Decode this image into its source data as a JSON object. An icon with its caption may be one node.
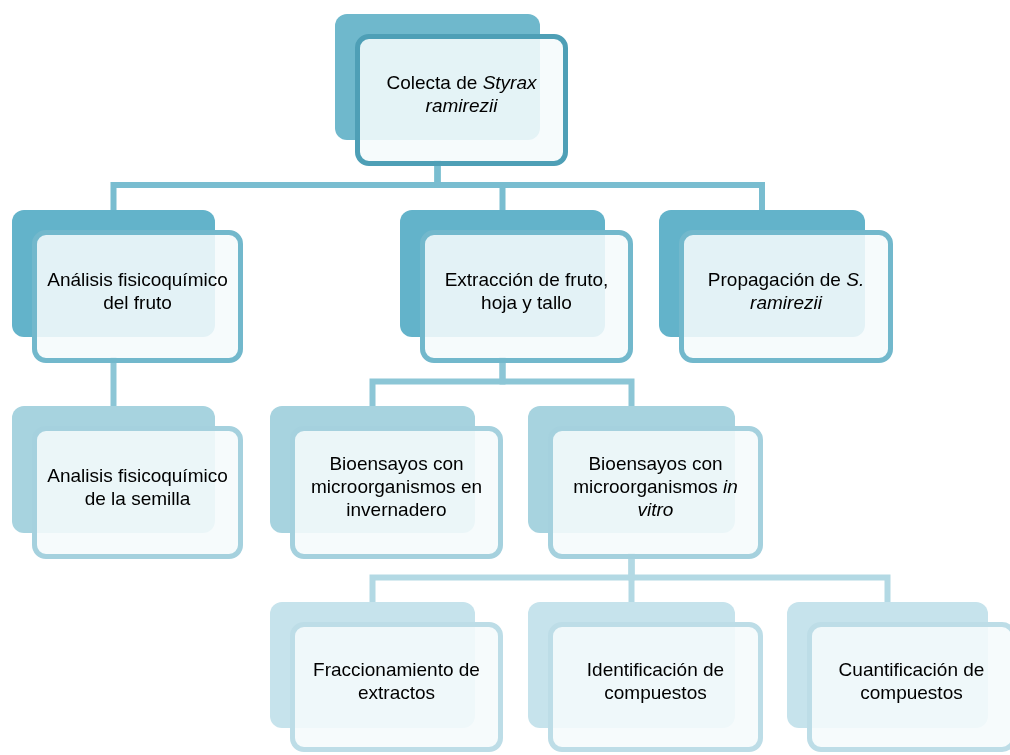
{
  "diagram": {
    "nodes": [
      {
        "text": [
          "Colecta de *Styrax ramirezii*"
        ]
      },
      {
        "text": [
          "Análisis fisicoquímico del fruto"
        ]
      },
      {
        "text": [
          "Extracción de fruto, hoja y tallo"
        ]
      },
      {
        "text": [
          "Propagación de *S. ramirezii*"
        ]
      },
      {
        "text": [
          "Analisis fisicoquímico de la semilla"
        ]
      },
      {
        "text": [
          "Bioensayos con microorganismos en invernadero"
        ]
      },
      {
        "text": [
          "Bioensayos con microorganismos *in vitro*"
        ]
      },
      {
        "text": [
          "Fraccionamiento de extractos"
        ]
      },
      {
        "text": [
          "Identificación de compuestos"
        ]
      },
      {
        "text": [
          "Cuantificación de compuestos"
        ]
      }
    ],
    "edges": [
      {
        "from": 0,
        "to": 1,
        "arrow": "none"
      },
      {
        "from": 0,
        "to": 2,
        "arrow": "none"
      },
      {
        "from": 0,
        "to": 3,
        "arrow": "none"
      },
      {
        "from": 1,
        "to": 4,
        "arrow": "none"
      },
      {
        "from": 2,
        "to": 5,
        "arrow": "none"
      },
      {
        "from": 2,
        "to": 6,
        "arrow": "none"
      },
      {
        "from": 6,
        "to": 7,
        "arrow": "none"
      },
      {
        "from": 6,
        "to": 8,
        "arrow": "none"
      },
      {
        "from": 6,
        "to": 9,
        "arrow": "none"
      }
    ]
  }
}
